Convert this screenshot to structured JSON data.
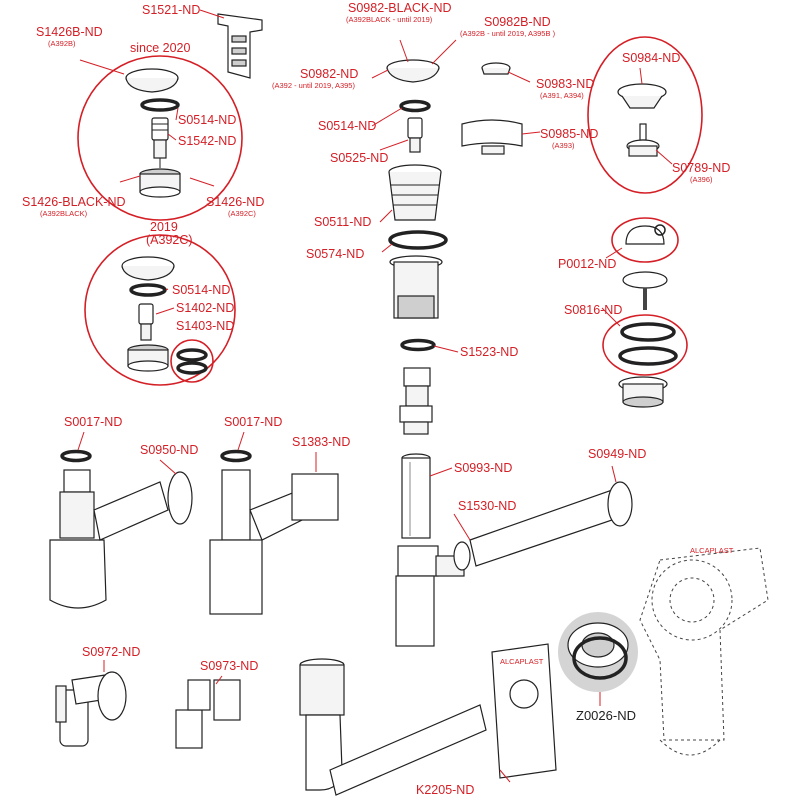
{
  "colors": {
    "accent": "#d41f26",
    "line": "#222222"
  },
  "labels": {
    "s1521": "S1521-ND",
    "s1426b": "S1426B-ND",
    "s1426b_sub": "(A392B)",
    "since": "since 2020",
    "s0514_a": "S0514-ND",
    "s1542": "S1542-ND",
    "s1426_black": "S1426-BLACK-ND",
    "s1426_black_sub": "(A392BLACK)",
    "s1426": "S1426-ND",
    "s1426_sub": "(A392C)",
    "y2019": "2019",
    "y2019_sub": "(A392C)",
    "s0514_b": "S0514-ND",
    "s1402": "S1402-ND",
    "s1403": "S1403-ND",
    "s0982_black": "S0982-BLACK-ND",
    "s0982_black_sub": "(A392BLACK - until 2019)",
    "s0982b": "S0982B-ND",
    "s0982b_sub": "(A392B - until 2019, A395B )",
    "s0982": "S0982-ND",
    "s0982_sub": "(A392 - until 2019, A395)",
    "s0983": "S0983-ND",
    "s0983_sub": "(A391, A394)",
    "s0514_c": "S0514-ND",
    "s0525": "S0525-ND",
    "s0985": "S0985-ND",
    "s0985_sub": "(A393)",
    "s0511": "S0511-ND",
    "s0574": "S0574-ND",
    "s0984": "S0984-ND",
    "s0789": "S0789-ND",
    "s0789_sub": "(A396)",
    "p0012": "P0012-ND",
    "s0816": "S0816-ND",
    "s1523": "S1523-ND",
    "s0017_a": "S0017-ND",
    "s0950": "S0950-ND",
    "s0017_b": "S0017-ND",
    "s1383": "S1383-ND",
    "s0993": "S0993-ND",
    "s0949": "S0949-ND",
    "s1530": "S1530-ND",
    "s0972": "S0972-ND",
    "s0973": "S0973-ND",
    "z0026": "Z0026-ND",
    "k2205": "K2205-ND",
    "brand_plate": "ALCAPLAST",
    "brand_box": "ALCAPLAST"
  }
}
